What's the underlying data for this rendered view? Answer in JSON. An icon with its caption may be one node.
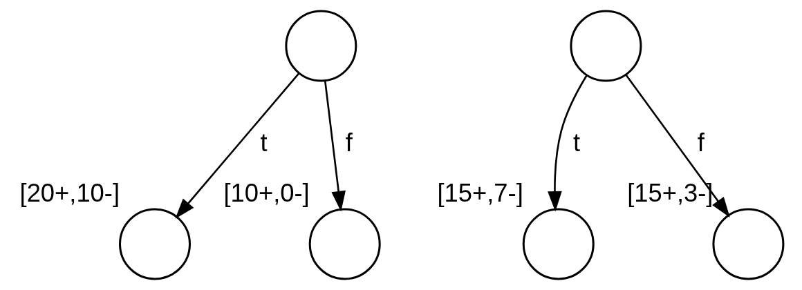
{
  "diagram": {
    "nodes": [
      {
        "text": [],
        "shape": "circle"
      },
      {
        "text": [],
        "shape": "circle"
      },
      {
        "text": [],
        "shape": "circle",
        "beside": [
          "[20+,10-]"
        ]
      },
      {
        "text": [],
        "shape": "circle",
        "beside": [
          "[10+,0-]"
        ]
      },
      {
        "text": [],
        "shape": "circle",
        "beside": [
          "[15+,7-]"
        ]
      },
      {
        "text": [],
        "shape": "circle",
        "beside": [
          "[15+,3-]"
        ]
      }
    ],
    "edges": [
      {
        "from": 0,
        "to": 2,
        "arrow": "to",
        "label": "t"
      },
      {
        "from": 0,
        "to": 3,
        "arrow": "to",
        "label": "f"
      },
      {
        "from": 1,
        "to": 4,
        "arrow": "to",
        "label": "t"
      },
      {
        "from": 1,
        "to": 5,
        "arrow": "to",
        "label": "f"
      }
    ]
  }
}
